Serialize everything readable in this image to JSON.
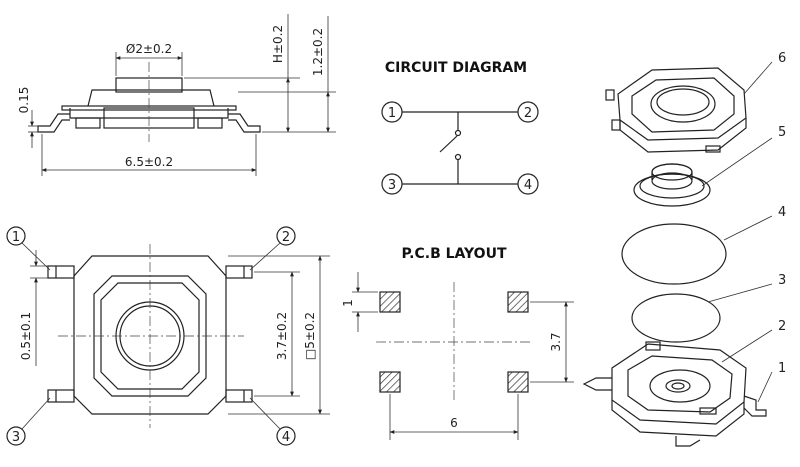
{
  "side_view": {
    "dim_top": "Ø2±0.2",
    "dim_left": "0.15",
    "dim_h": "H±0.2",
    "dim_total_h": "1.2±0.2",
    "dim_width": "6.5±0.2"
  },
  "circuit": {
    "title": "CIRCUIT DIAGRAM",
    "pins": [
      "1",
      "2",
      "3",
      "4"
    ]
  },
  "pcb": {
    "title": "P.C.B LAYOUT",
    "dim_pad": "1",
    "dim_vertical": "3.7",
    "dim_horizontal": "6"
  },
  "top_view": {
    "pins": [
      "1",
      "2",
      "3",
      "4"
    ],
    "dim_left": "0.5±0.1",
    "dim_inner": "3.7±0.2",
    "dim_outer": "□5±0.2"
  },
  "exploded": {
    "labels": [
      "6",
      "5",
      "4",
      "3",
      "2",
      "1"
    ]
  }
}
